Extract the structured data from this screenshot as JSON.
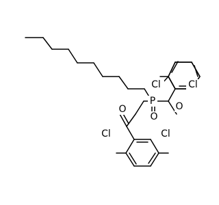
{
  "molecule": {
    "atoms": {
      "phosphorus": "P",
      "phosphoryl_oxygen": "O",
      "carbonyl_oxygen_upper": "O",
      "carbonyl_oxygen_lower": "O",
      "chlorine_upper_left": "Cl",
      "chlorine_upper_right": "Cl",
      "chlorine_lower_left": "Cl",
      "chlorine_lower_right": "Cl"
    }
  }
}
